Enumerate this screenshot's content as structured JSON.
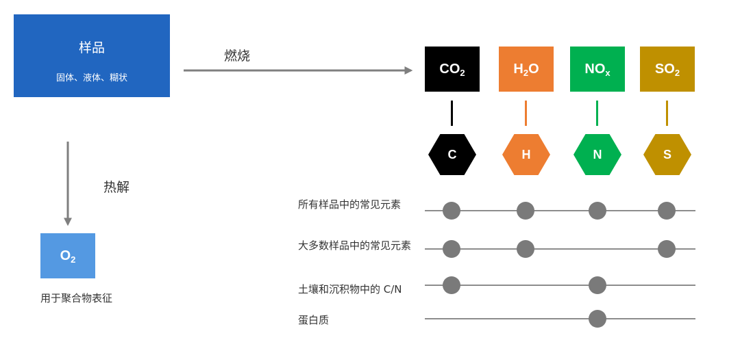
{
  "sample": {
    "title": "样品",
    "subtitle": "固体、液体、糊状"
  },
  "combustion_label": "燃烧",
  "pyrolysis_label": "热解",
  "products": [
    {
      "formula": "CO",
      "subscript": "2",
      "element": "C",
      "color": "#000000"
    },
    {
      "formula": "H",
      "subscript": "2",
      "suffix": "O",
      "element": "H",
      "color": "#ed7d31"
    },
    {
      "formula": "NO",
      "subscript": "x",
      "element": "N",
      "color": "#00b050"
    },
    {
      "formula": "SO",
      "subscript": "2",
      "element": "S",
      "color": "#bf9000"
    }
  ],
  "oxygen": {
    "formula": "O",
    "subscript": "2",
    "color": "#5499e2",
    "caption": "用于聚合物表征"
  },
  "rows": [
    {
      "label": "所有样品中的常见元素",
      "elements": [
        "C",
        "H",
        "N",
        "S"
      ]
    },
    {
      "label": "大多数样品中的常见元素",
      "elements": [
        "C",
        "H",
        "S"
      ]
    },
    {
      "label": "土壤和沉积物中的 C/N",
      "elements": [
        "C",
        "N"
      ]
    },
    {
      "label": "蛋白质",
      "elements": [
        "N"
      ]
    }
  ]
}
